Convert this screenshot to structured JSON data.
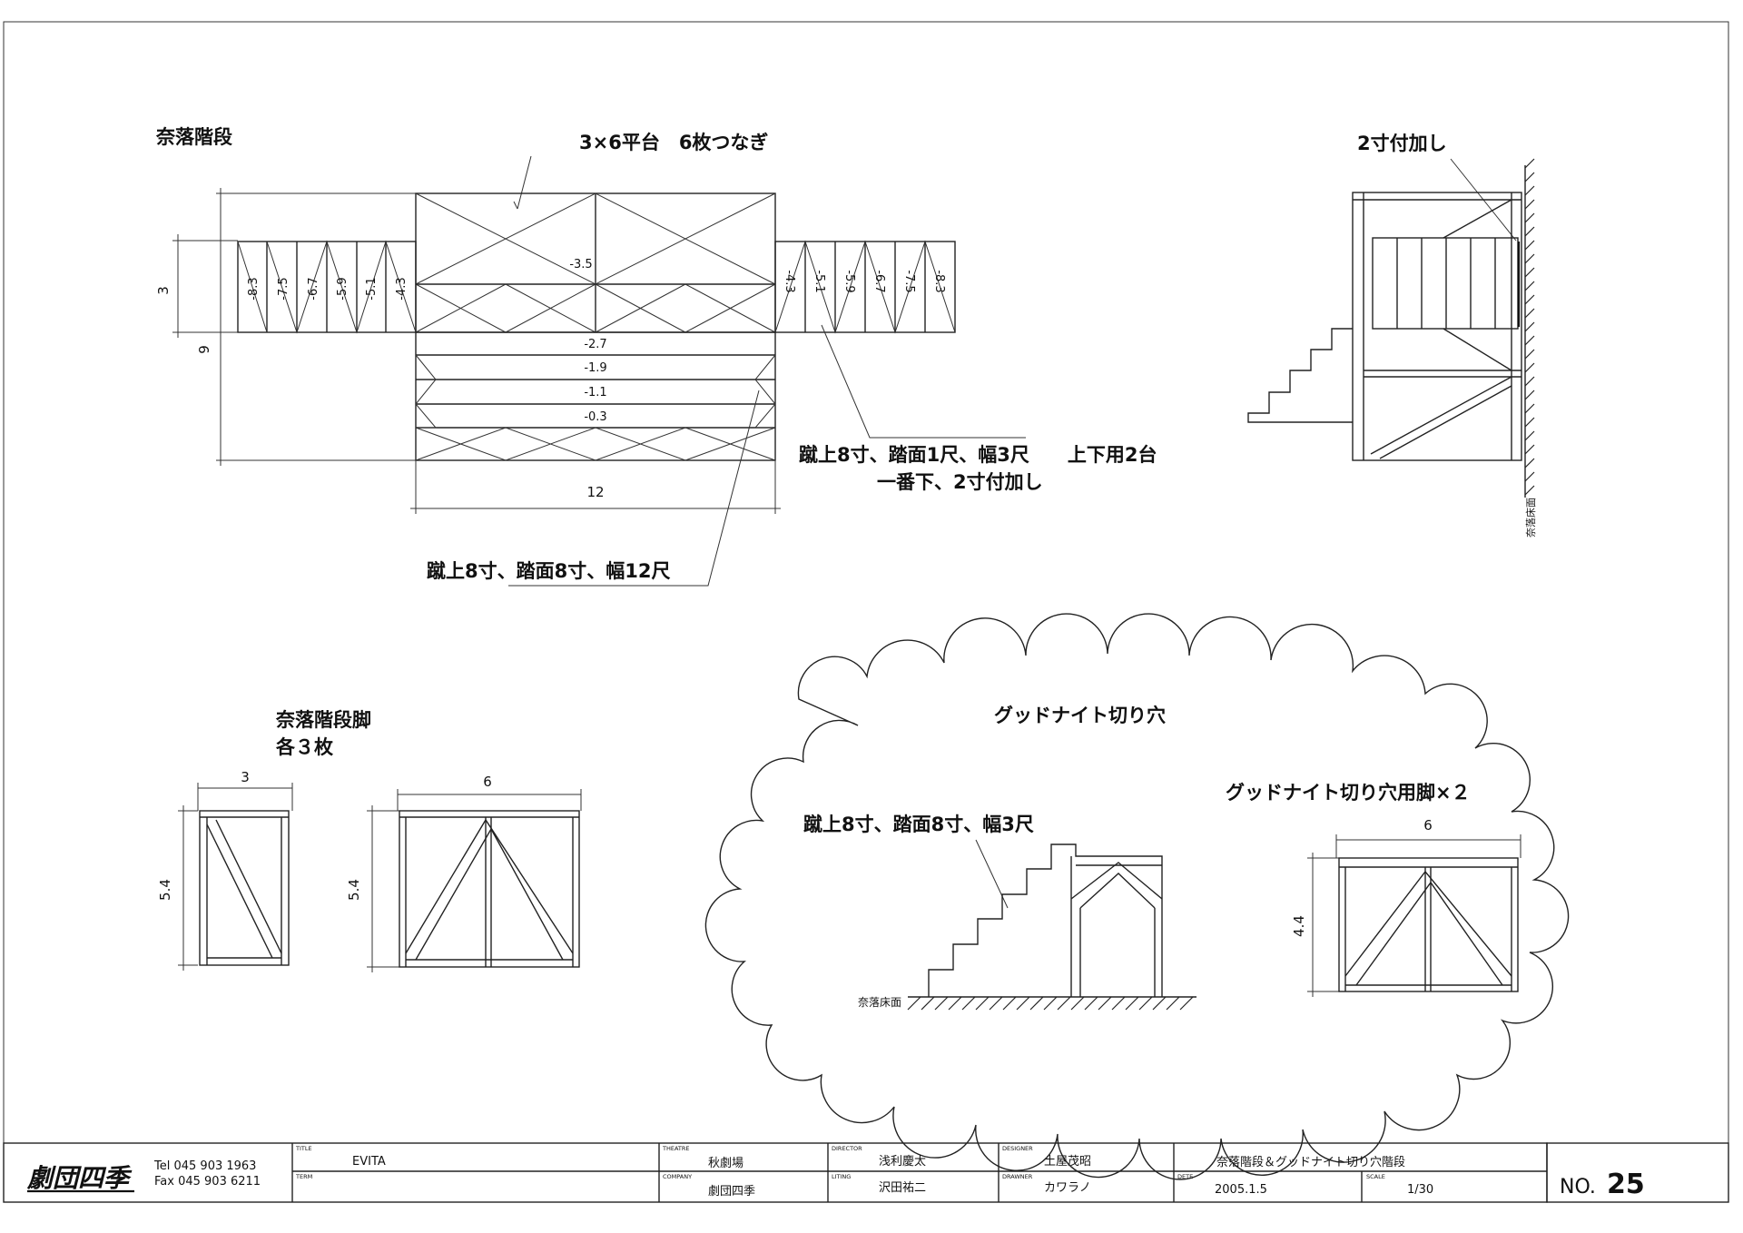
{
  "drawing": {
    "title_nara": "奈落階段",
    "platform_label": "3×6平台　6枚つなぎ",
    "dim_3": "3",
    "dim_9": "9",
    "dim_12": "12",
    "center_level": "-3.5",
    "left_steps": [
      "-8.3",
      "-7.5",
      "-6.7",
      "-5.9",
      "-5.1",
      "-4.3"
    ],
    "right_steps": [
      "-4.3",
      "-5.1",
      "-5.9",
      "-6.7",
      "-7.5",
      "-8.3"
    ],
    "front_steps": [
      "-2.7",
      "-1.9",
      "-1.1",
      "-0.3"
    ],
    "note_side_line1": "蹴上8寸、踏面1尺、幅3尺　　上下用2台",
    "note_side_line2": "一番下、2寸付加し",
    "note_front": "蹴上8寸、踏面8寸、幅12尺",
    "add_2sun": "2寸付加し",
    "floor_label_vertical": "奈落床面",
    "legs_title_line1": "奈落階段脚",
    "legs_title_line2": "各３枚",
    "leg1_width": "3",
    "leg1_height": "5.4",
    "leg2_width": "6",
    "leg2_height": "5.4",
    "cloud_title": "グッドナイト切り穴",
    "cloud_stair_note": "蹴上8寸、踏面8寸、幅3尺",
    "cloud_floor_label": "奈落床面",
    "cloud_leg_title": "グッドナイト切り穴用脚×２",
    "cloud_leg_width": "6",
    "cloud_leg_height": "4.4"
  },
  "title_block": {
    "company_logo": "劇団四季",
    "tel": "Tel  045 903 1963",
    "fax": "Fax 045 903 6211",
    "title_caption": "TITLE",
    "title_value": "EVITA",
    "term_caption": "TERM",
    "term_value": "",
    "theatre_caption": "THEATRE",
    "theatre_value": "秋劇場",
    "company_caption": "COMPANY",
    "company_value": "劇団四季",
    "director_caption": "DIRECTOR",
    "director_value": "浅利慶太",
    "lighting_caption": "LITING",
    "lighting_value": "沢田祐二",
    "designer_caption": "DESIGNER",
    "designer_value": "土屋茂昭",
    "drawer_caption": "DRAWNER",
    "drawer_value": "カワラノ",
    "sheet_title": "奈落階段＆グッドナイト切り穴階段",
    "date_caption": "DETE",
    "date_value": "2005.1.5",
    "scale_caption": "SCALE",
    "scale_value": "1/30",
    "no_label": "NO.",
    "no_value": "25"
  }
}
